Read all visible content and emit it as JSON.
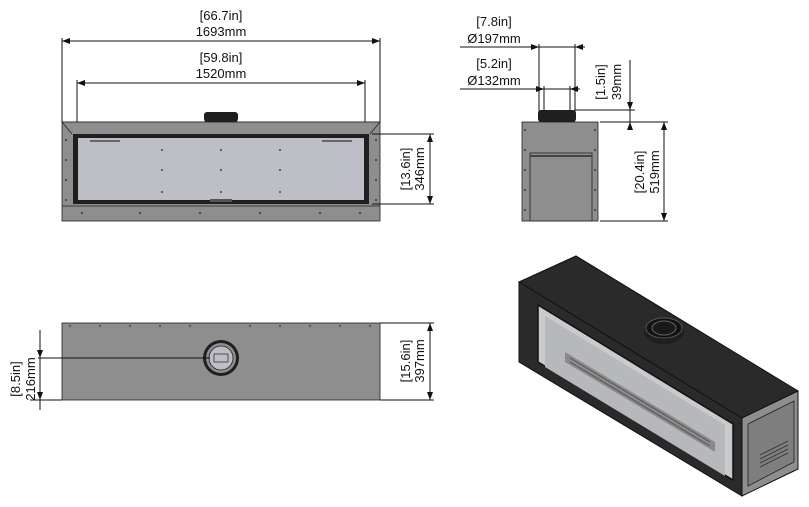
{
  "front_view": {
    "overall_width_in": "[66.7in]",
    "overall_width_mm": "1693mm",
    "glass_width_in": "[59.8in]",
    "glass_width_mm": "1520mm",
    "glass_height_in": "[13.6in]",
    "glass_height_mm": "346mm"
  },
  "side_view": {
    "flue_outer_in": "[7.8in]",
    "flue_outer_mm": "Ø197mm",
    "flue_inner_in": "[5.2in]",
    "flue_inner_mm": "Ø132mm",
    "collar_height_in": "[1.5in]",
    "collar_height_mm": "39mm",
    "body_height_in": "[20.4in]",
    "body_height_mm": "519mm"
  },
  "top_view": {
    "flue_offset_in": "[8.5in]",
    "flue_offset_mm": "216mm",
    "depth_in": "[15.6in]",
    "depth_mm": "397mm"
  },
  "colors": {
    "body": "#8e8e8e",
    "glass": "#bdbec6",
    "frame": "#2a2a2a",
    "dark": "#1f1f1f"
  }
}
